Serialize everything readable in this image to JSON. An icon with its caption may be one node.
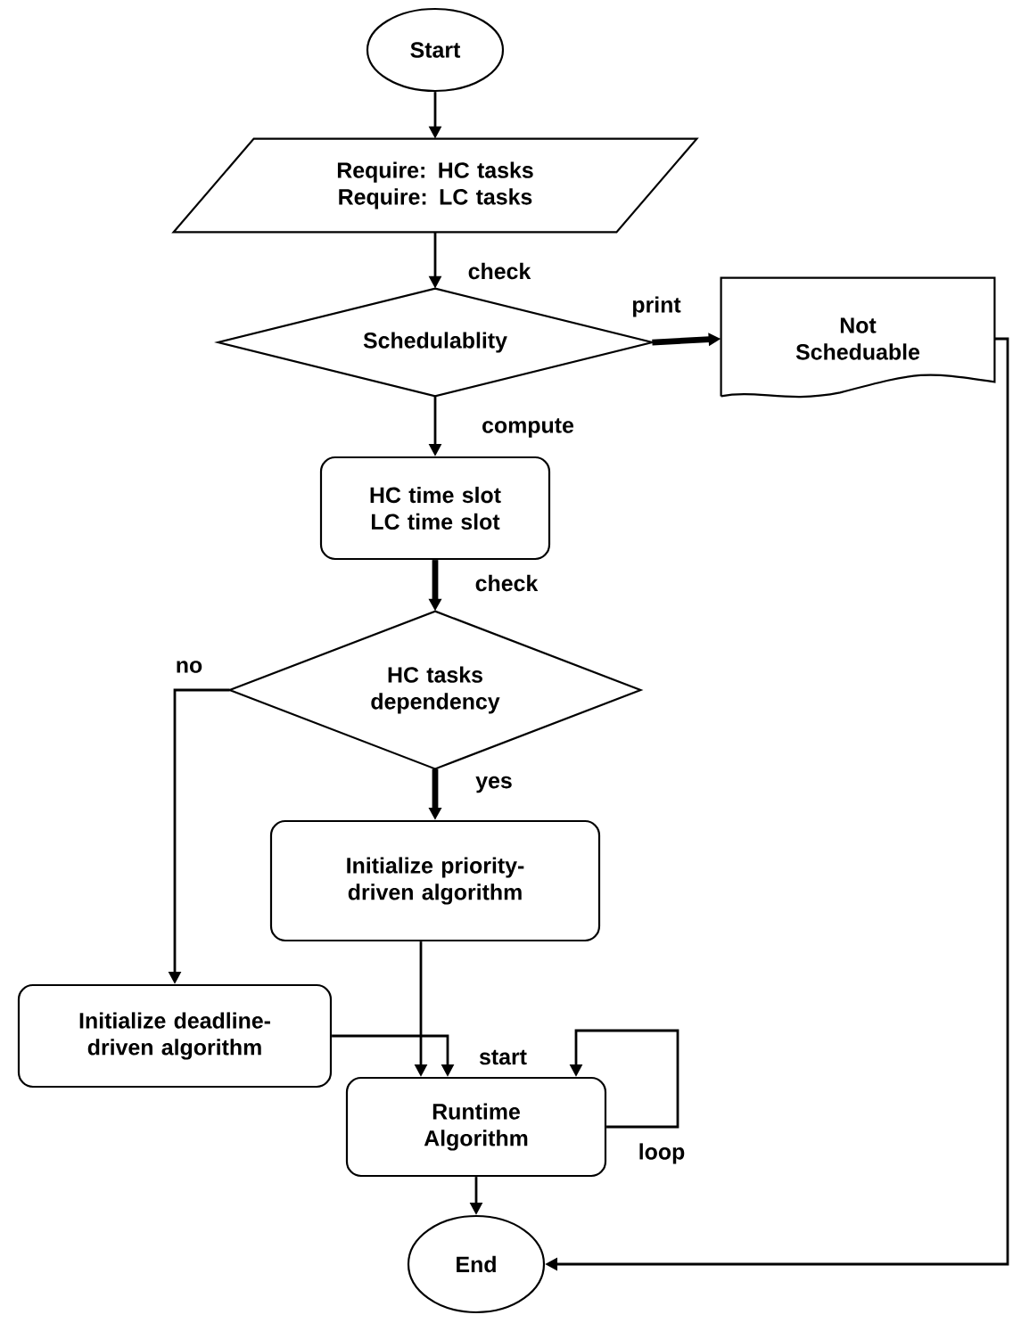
{
  "diagram": {
    "nodes": [
      {
        "text": [
          "Start"
        ]
      },
      {
        "text": [
          "Require: HC tasks Require: LC tasks"
        ]
      },
      {
        "text": [
          "Schedulablity"
        ]
      },
      {
        "text": [
          "Not Scheduable"
        ]
      },
      {
        "text": [
          "HC time slot LC time slot"
        ]
      },
      {
        "text": [
          "HC tasks dependency"
        ]
      },
      {
        "text": [
          "Initialize priority-driven algorithm"
        ]
      },
      {
        "text": [
          "Initialize deadline-driven algorithm"
        ]
      },
      {
        "text": [
          "Runtime Algorithm"
        ]
      },
      {
        "text": [
          "End"
        ]
      }
    ],
    "edges": [
      {
        "from": 0,
        "to": 1,
        "arrow": "to"
      },
      {
        "from": 1,
        "to": 2,
        "arrow": "to",
        "label": "check"
      },
      {
        "from": 2,
        "to": 3,
        "arrow": "to",
        "label": "print",
        "style": "thick"
      },
      {
        "from": 2,
        "to": 4,
        "arrow": "to",
        "label": "compute"
      },
      {
        "from": 4,
        "to": 5,
        "arrow": "to",
        "label": "check",
        "style": "thick"
      },
      {
        "from": 5,
        "to": 6,
        "arrow": "to",
        "label": "yes",
        "style": "thick"
      },
      {
        "from": 5,
        "to": 7,
        "arrow": "to",
        "label": "no"
      },
      {
        "from": 6,
        "to": 8,
        "arrow": "to"
      },
      {
        "from": 7,
        "to": 8,
        "arrow": "to",
        "label": "start"
      },
      {
        "from": 8,
        "to": 8,
        "arrow": "to",
        "label": "loop"
      },
      {
        "from": 3,
        "to": 9,
        "arrow": "to"
      },
      {
        "from": 8,
        "to": 9,
        "arrow": "to"
      }
    ]
  }
}
